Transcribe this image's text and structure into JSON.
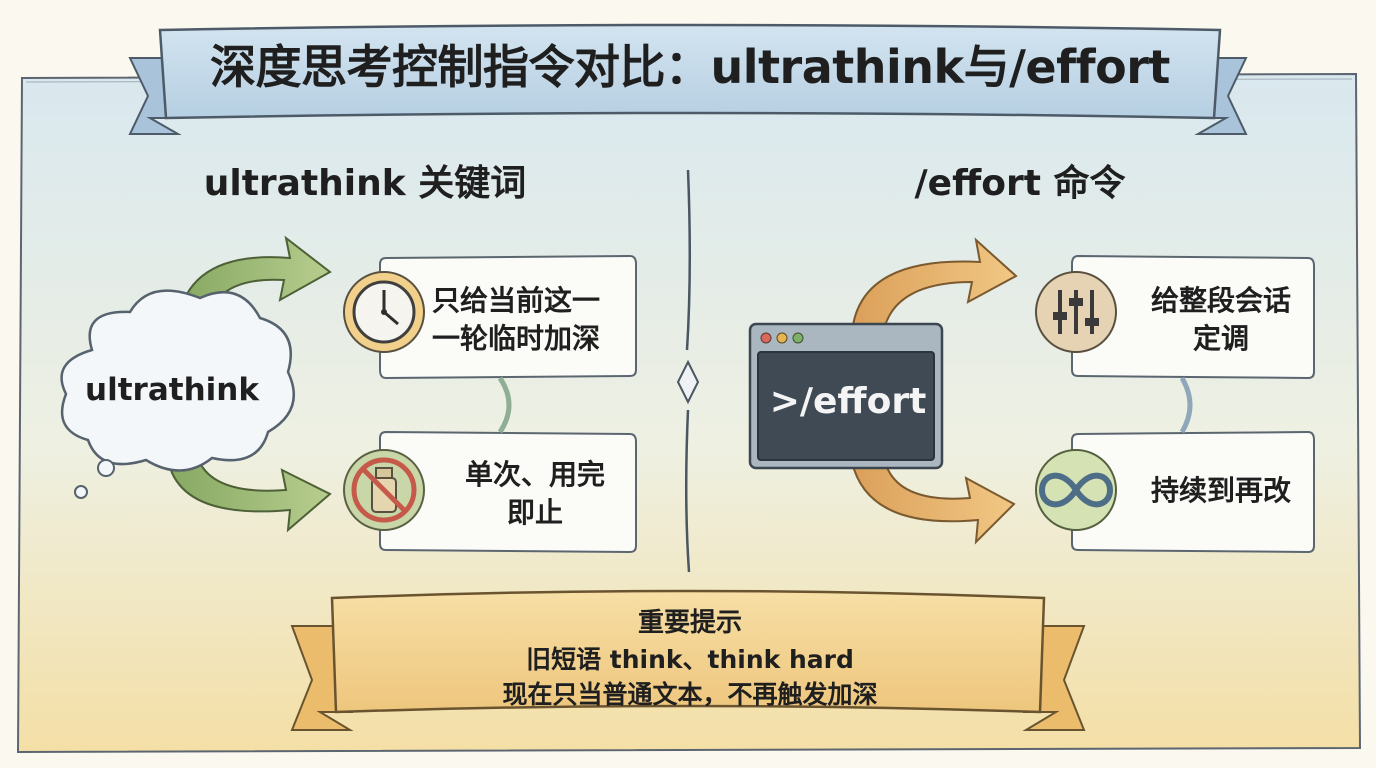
{
  "title": "深度思考控制指令对比：ultrathink与/effort",
  "left": {
    "heading": "ultrathink 关键词",
    "cloud_label": "ultrathink",
    "card1": [
      "只给当前这一",
      "一轮临时加深"
    ],
    "card2": [
      "单次、用完",
      "即止"
    ]
  },
  "right": {
    "heading": "/effort 命令",
    "terminal_command": ">/effort",
    "card1": [
      "给整段会话",
      "定调"
    ],
    "card2": "持续到再改"
  },
  "notice": {
    "title": "重要提示",
    "line1": "旧短语 think、think hard",
    "line2": "现在只当普通文本，不再触发加深"
  },
  "icons": {
    "left_card1": "clock-icon",
    "left_card2": "no-bottle-icon",
    "right_card1": "sliders-icon",
    "right_card2": "infinity-icon"
  },
  "colors": {
    "green_arrow": "#9bb77a",
    "orange_arrow": "#e8b06a",
    "banner_blue": "#c4daea",
    "banner_yellow": "#f2d598",
    "terminal": "#3f4a54"
  }
}
